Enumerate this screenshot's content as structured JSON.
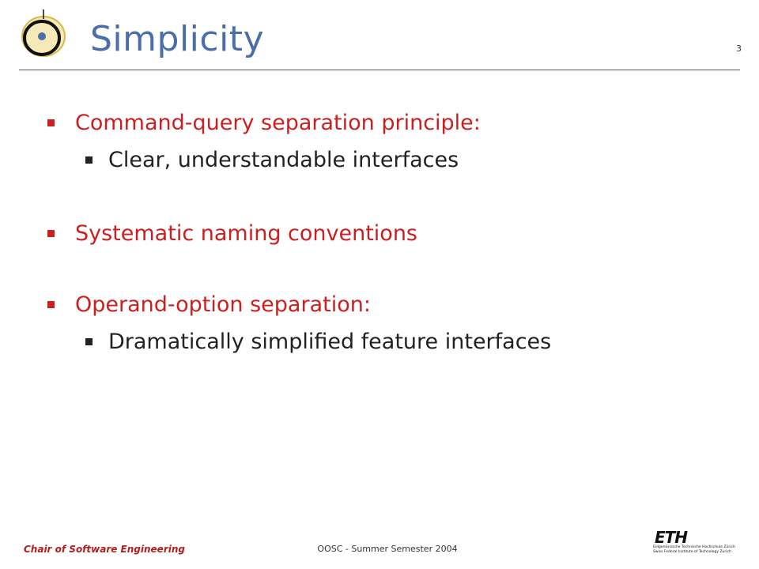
{
  "slide": {
    "title": "Simplicity",
    "page_number": "3"
  },
  "bullets": [
    {
      "level": 1,
      "text": "Command-query separation principle:"
    },
    {
      "level": 2,
      "text": "Clear, understandable interfaces"
    },
    {
      "level": 1,
      "text": "Systematic naming conventions"
    },
    {
      "level": 1,
      "text": "Operand-option separation:"
    },
    {
      "level": 2,
      "text": "Dramatically simplified feature interfaces"
    }
  ],
  "footer": {
    "left": "Chair of Software Engineering",
    "center": "OOSC - Summer Semester 2004"
  },
  "eth_logo": {
    "mark": "ETH",
    "line1": "Eidgenössische Technische Hochschule Zürich",
    "line2": "Swiss Federal Institute of Technology Zurich"
  },
  "colors": {
    "title": "#4a6ea9",
    "level1_bullet_text": "#cc1f1f",
    "level2_bullet_text": "#222222",
    "footer_left": "#b11d1d",
    "logo_gold": "#d9b84a",
    "logo_blue": "#4a6ea9"
  },
  "icons": {
    "slide_logo": "circle-dot-logo-icon",
    "bullet": "square-bullet-icon"
  }
}
